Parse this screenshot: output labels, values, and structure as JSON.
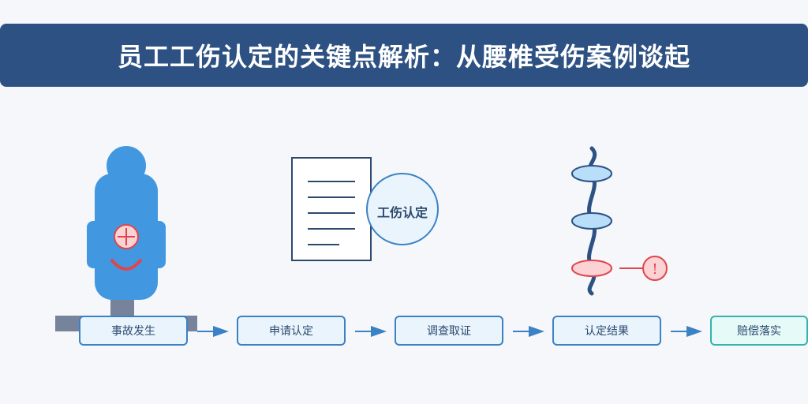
{
  "header": {
    "title": "员工工伤认定的关键点解析：从腰椎受伤案例谈起"
  },
  "document": {
    "stamp_text": "工伤认定"
  },
  "spine": {
    "alert_symbol": "!"
  },
  "steps": [
    {
      "label": "事故发生"
    },
    {
      "label": "申请认定"
    },
    {
      "label": "调查取证"
    },
    {
      "label": "认定结果"
    },
    {
      "label": "赔偿落实"
    }
  ],
  "colors": {
    "header_bg": "#2d5182",
    "body_blue": "#4298e0",
    "injury_red": "#e0454c",
    "step_border": "#3a82c4",
    "final_border": "#38b2ac"
  }
}
